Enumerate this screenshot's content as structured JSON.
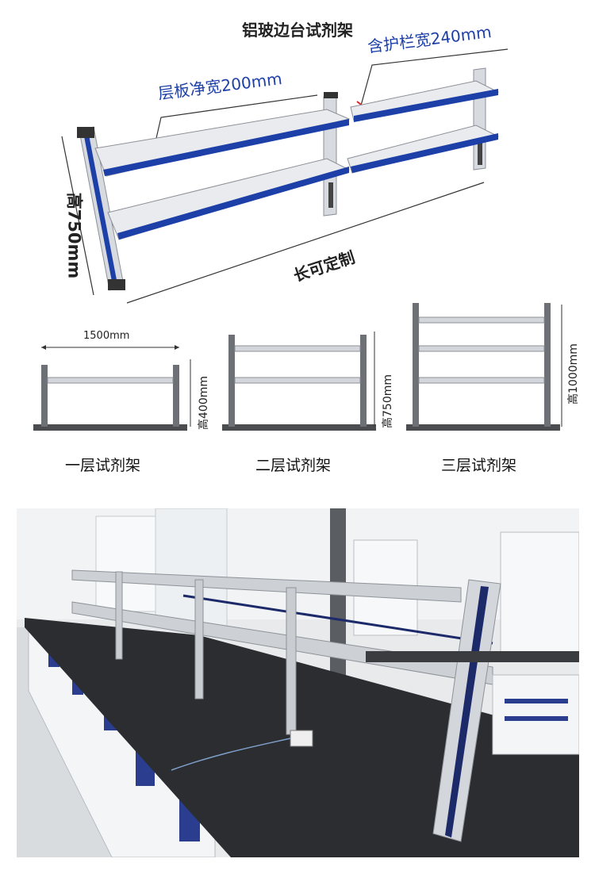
{
  "title": "铝玻边台试剂架",
  "top_drawing": {
    "shelf_width_label": "层板净宽200mm",
    "rail_width_label": "含护栏宽240mm",
    "height_label": "高750mm",
    "length_label": "长可定制"
  },
  "variants": [
    {
      "width_label": "1500mm",
      "height_label": "高400mm",
      "caption": "一层试剂架"
    },
    {
      "height_label": "高750mm",
      "caption": "二层试剂架"
    },
    {
      "height_label": "高1000mm",
      "caption": "三层试剂架"
    }
  ],
  "photo": {
    "description_icon": "lab-bench-photo"
  },
  "colors": {
    "accent_blue": "#1d3fa8",
    "aluminum": "#c8ccd2",
    "bench_top": "#2b2d31"
  }
}
